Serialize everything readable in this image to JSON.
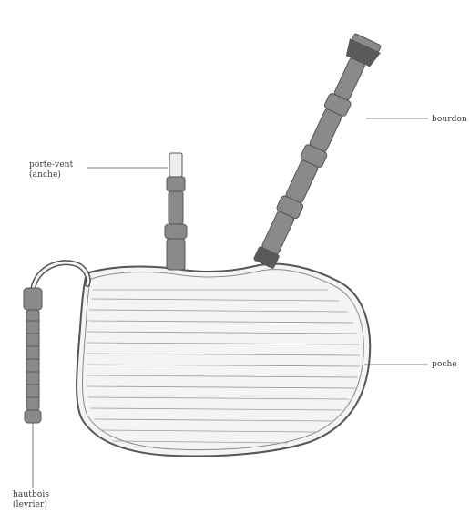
{
  "labels": {
    "bourdon": "bourdon",
    "porte_vent_line1": "porte-vent",
    "porte_vent_line2": "(anche)",
    "poche": "poche",
    "hautbois_line1": "hautbois",
    "hautbois_line2": "(levrier)"
  },
  "colors": {
    "ink": "#3a3a3a",
    "line": "#555555",
    "bag_fill": "#f4f4f2",
    "pipe_fill": "#8a8a8a",
    "pipe_dark": "#5a5a5a"
  }
}
